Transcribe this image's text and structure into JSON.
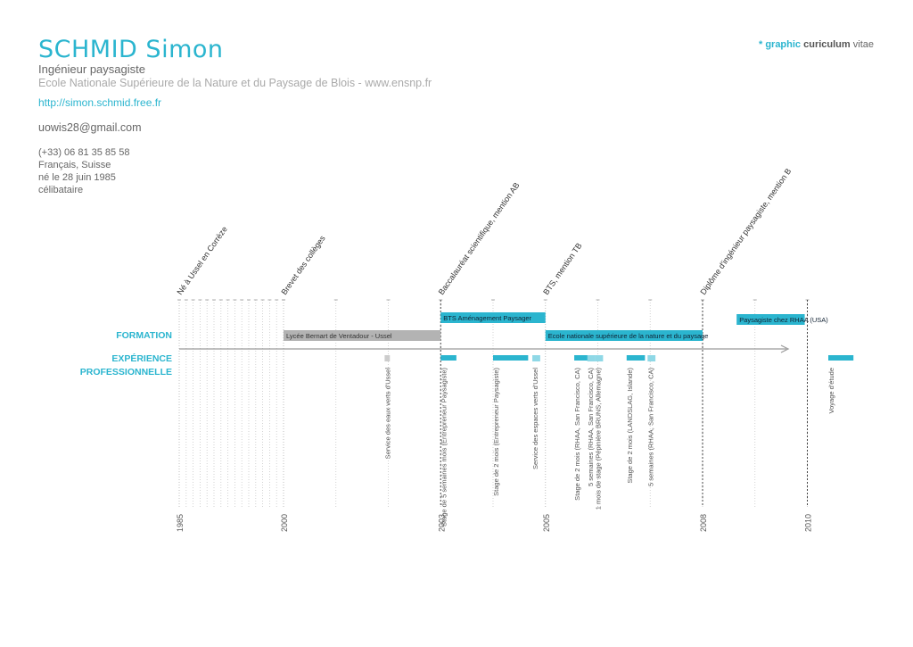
{
  "header": {
    "name": "SCHMID Simon",
    "job_title": "Ingénieur paysagiste",
    "school": "Ecole Nationale Supérieure de la Nature et du Paysage de Blois - www.ensnp.fr",
    "website": "http://simon.schmid.free.fr",
    "email": "uowis28@gmail.com",
    "info_lines": [
      "(+33) 06 81 35 85 58",
      "Français, Suisse",
      "né le 28 juin 1985",
      "célibataire"
    ],
    "tagline": {
      "star": "*",
      "graphic": "graphic",
      "curriculum": "curiculum",
      "vitae": "vitae"
    }
  },
  "timeline": {
    "formation_label": "FORMATION",
    "experience_label_1": "EXPÉRIENCE",
    "experience_label_2": "PROFESSIONNELLE",
    "years": [
      {
        "label": "1985",
        "year": 1985
      },
      {
        "label": "2000",
        "year": 2000
      },
      {
        "label": "2003",
        "year": 2003
      },
      {
        "label": "2005",
        "year": 2005
      },
      {
        "label": "2008",
        "year": 2008
      },
      {
        "label": "2010",
        "year": 2010
      }
    ],
    "milestones": [
      {
        "text": "Né à Ussel en Corrèze",
        "year": 1985
      },
      {
        "text": "Brevet des collèges",
        "year": 2000
      },
      {
        "text": "Baccalauréat scientifique, mention AB",
        "year": 2003
      },
      {
        "text": "BTS, mention TB",
        "year": 2005
      },
      {
        "text": "Diplôme d'ingénieur paysagiste, mention B",
        "year": 2008
      }
    ],
    "formation": [
      {
        "text": "Lycée Bernart de Ventadour -  Ussel",
        "start": 2000,
        "end": 2003,
        "color": "#b3b3b3"
      },
      {
        "text": "BTS Aménagement Paysager",
        "start": 2003,
        "end": 2005,
        "color": "#2bb5cf"
      },
      {
        "text": "Ecole nationale supérieure de la nature et du paysage",
        "start": 2005,
        "end": 2008,
        "color": "#2bb5cf"
      },
      {
        "text": "Paysagiste chez RHAA  (USA)",
        "start": 2008.65,
        "end": 2009.95,
        "color": "#2bb5cf"
      }
    ],
    "experience": [
      {
        "text": "Service des eaux verts d'Ussel",
        "start": 2001.93,
        "end": 2002.03,
        "color": "#cccccc"
      },
      {
        "text": "Stage de 5 semaines mois (Entrepreneur Paysagiste)",
        "start": 2003,
        "end": 2003.3,
        "color": "#2bb5cf"
      },
      {
        "text": "Stage de 2 mois (Entrepreneur Paysagiste)",
        "start": 2004,
        "end": 2004.67,
        "color": "#2bb5cf"
      },
      {
        "text": "Service des espaces verts d'Ussel",
        "start": 2004.75,
        "end": 2004.9,
        "color": "#8fd8e6"
      },
      {
        "text": "Stage de 2 mois (RHAA, San Francisco, CA)",
        "start": 2005.55,
        "end": 2005.9,
        "color": "#2bb5cf"
      },
      {
        "text": "5 semaines (RHAA, San Francisco, CA)",
        "start": 2005.8,
        "end": 2005.95,
        "color": "#8fd8e6"
      },
      {
        "text": "1 mois de stage (Pépinière BRUNS, Allemagne)",
        "start": 2005.95,
        "end": 2006.1,
        "color": "#8fd8e6"
      },
      {
        "text": "Stage de 2 mois (LANDSLAG, Islande)",
        "start": 2006.55,
        "end": 2006.9,
        "color": "#2bb5cf"
      },
      {
        "text": "5 semaines (RHAA, San Francisco, CA)",
        "start": 2006.95,
        "end": 2007.1,
        "color": "#8fd8e6"
      },
      {
        "text": "Voyage d'étude",
        "start": 2010.4,
        "end": 2010.88,
        "color": "#2bb5cf"
      }
    ]
  }
}
